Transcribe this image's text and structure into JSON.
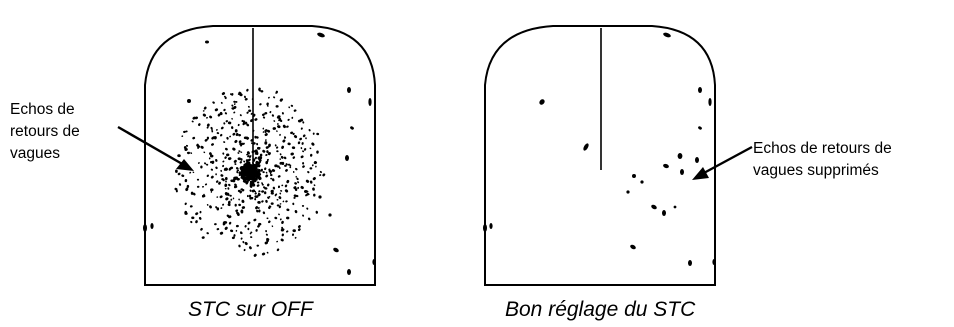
{
  "left_panel": {
    "caption": "STC  sur OFF",
    "annotation": [
      "Echos de",
      "retours de",
      "vagues"
    ]
  },
  "right_panel": {
    "caption": "Bon réglage du STC",
    "annotation": [
      "Echos de retours de",
      "vagues supprimés"
    ]
  },
  "colors": {
    "ink": "#000000",
    "background": "#ffffff"
  }
}
